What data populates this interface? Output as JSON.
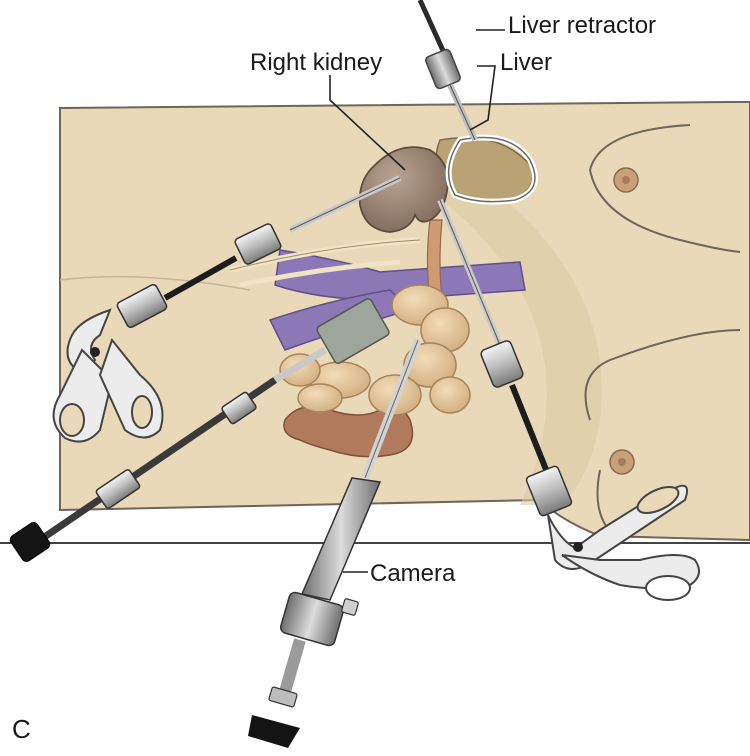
{
  "figure": {
    "panel_letter": "C",
    "labels": {
      "liver_retractor": "Liver retractor",
      "right_kidney": "Right kidney",
      "liver": "Liver",
      "camera": "Camera"
    }
  },
  "colors": {
    "skin": "#e9d9b8",
    "skin_outline": "#6f6558",
    "kidney": "#9a8373",
    "liver": "#b9a274",
    "vein": "#8c78b6",
    "bowel": "#e3c49a",
    "colon_dark": "#b27a5c",
    "instrument_metal": "#d8d8d8",
    "instrument_dark": "#2b2b2b",
    "text": "#1a1a1a"
  }
}
